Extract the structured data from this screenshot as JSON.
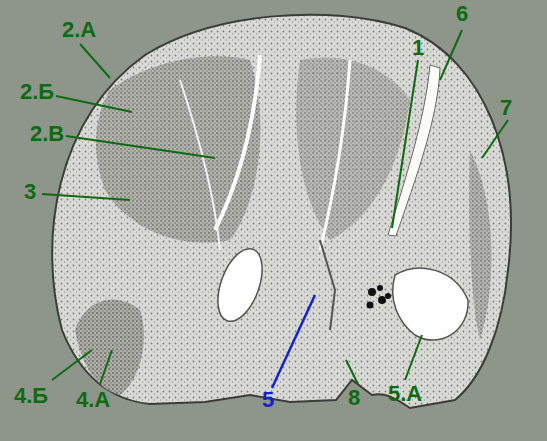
{
  "diagram": {
    "labels": [
      "2.А",
      "6",
      "1",
      "2.Б",
      "7",
      "2.В",
      "3",
      "4.Б",
      "4.А",
      "5",
      "8",
      "5.А"
    ]
  }
}
